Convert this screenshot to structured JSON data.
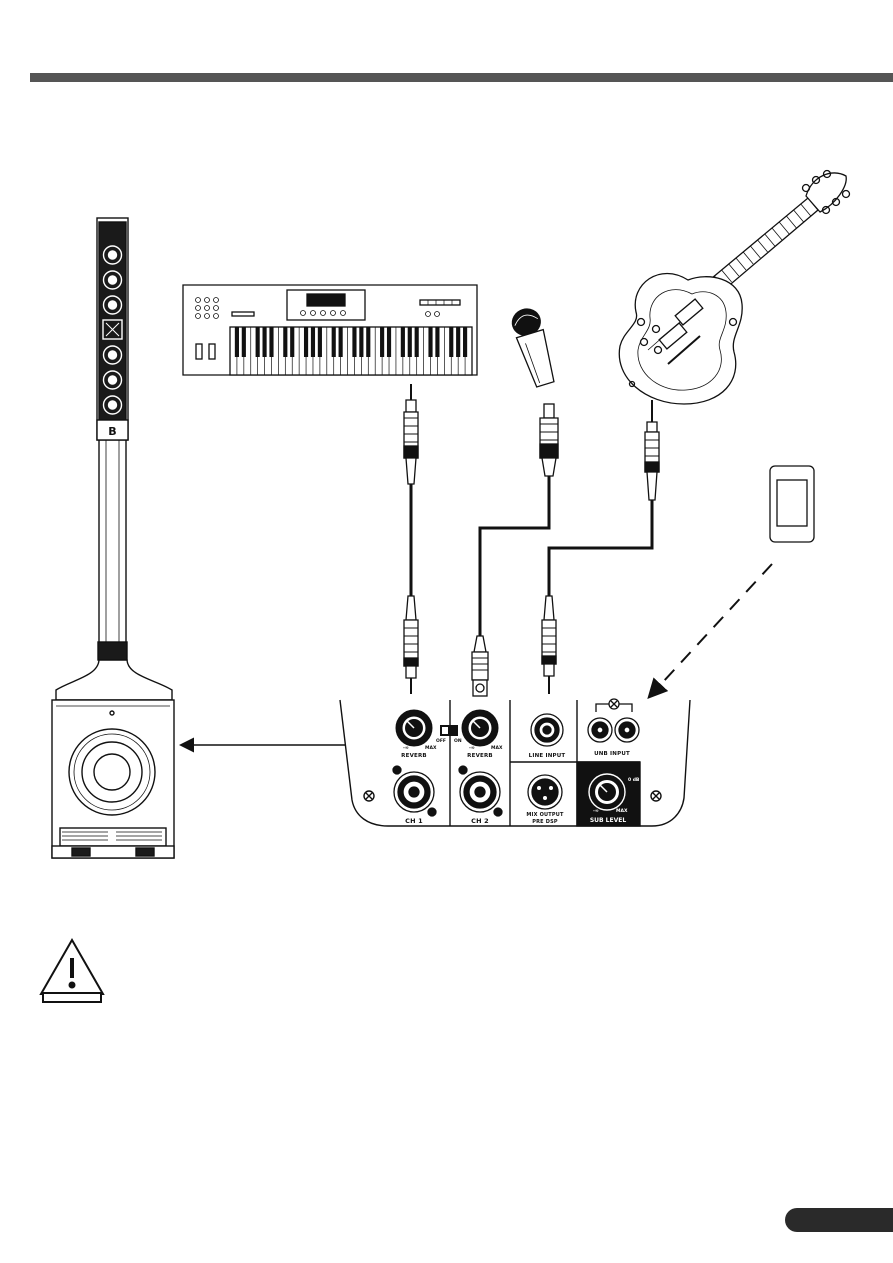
{
  "panel": {
    "reverb_1_label": "REVERB",
    "reverb_2_label": "REVERB",
    "knob_min_1": "-∞",
    "knob_max_1": "MAX",
    "knob_min_2": "-∞",
    "knob_max_2": "MAX",
    "switch_off": "OFF",
    "switch_on": "ON",
    "line_input_label": "LINE INPUT",
    "unb_input_label": "UNB INPUT",
    "mix_output_label_1": "MIX OUTPUT",
    "mix_output_label_2": "PRE DSP",
    "sub_level_label": "SUB LEVEL",
    "sub_min": "-∞",
    "sub_max": "MAX",
    "sub_db": "0 dB",
    "ch1_label": "CH 1",
    "ch2_label": "CH 2"
  },
  "devices": {
    "speaker_badge": "B"
  },
  "colors": {
    "rule": "#555555",
    "ink": "#111111",
    "tab": "#2a2a2a"
  }
}
